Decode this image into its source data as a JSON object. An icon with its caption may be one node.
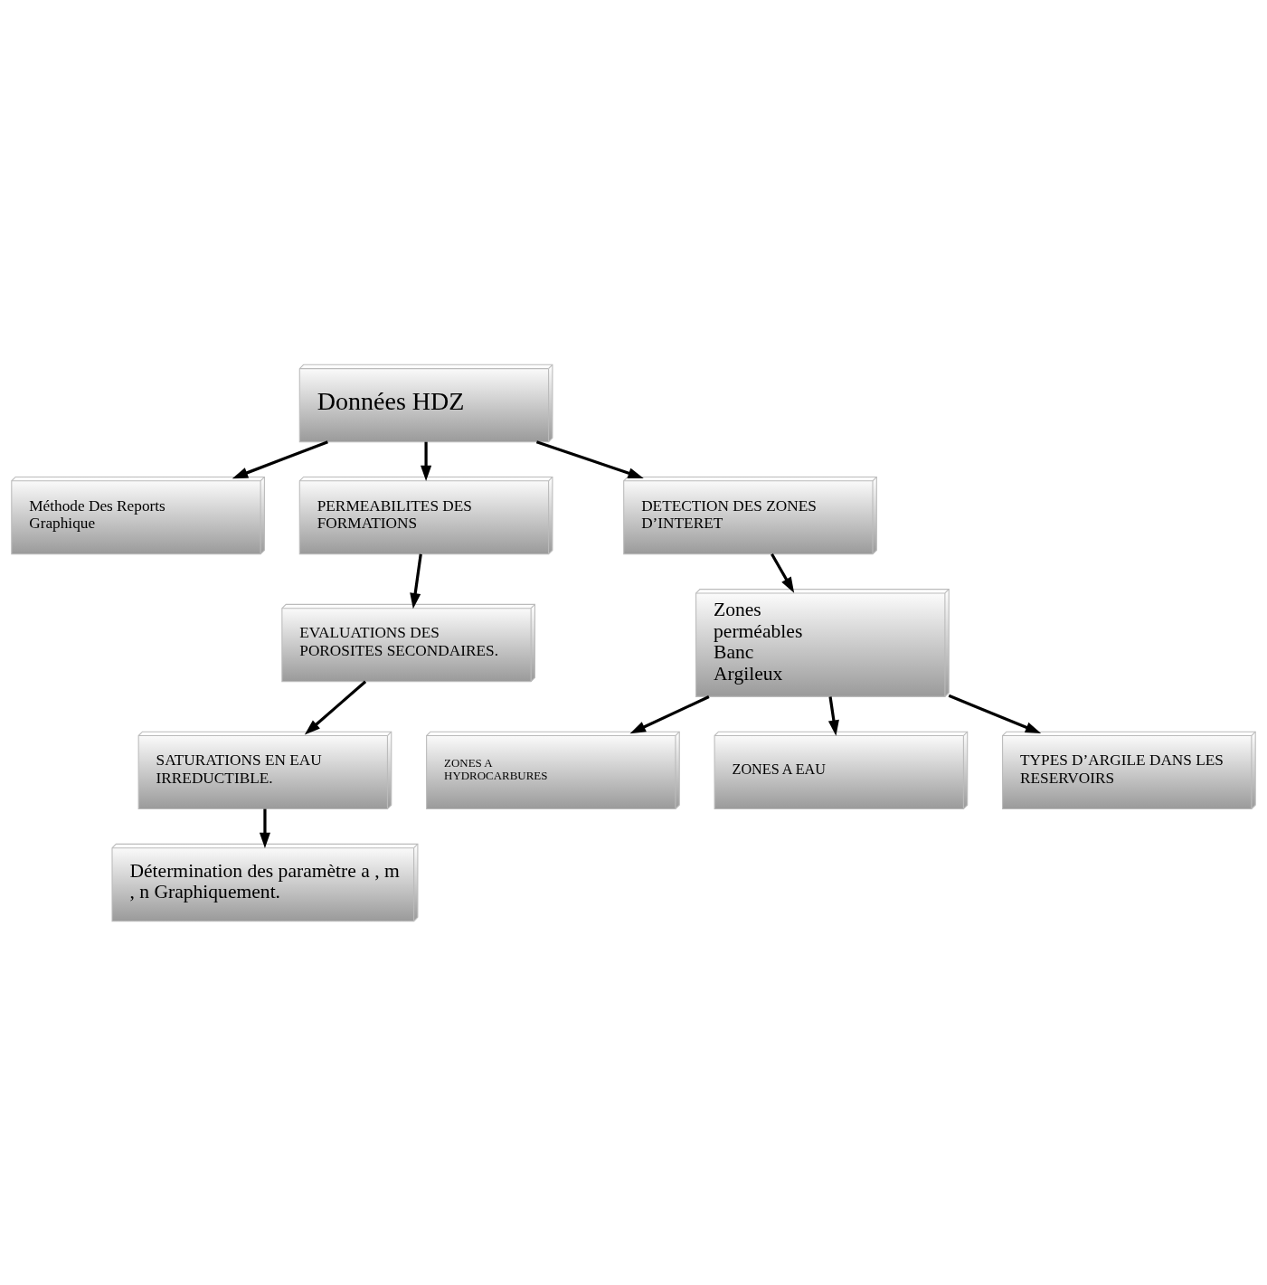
{
  "diagram": {
    "nodes": [
      {
        "text": [
          "Données HDZ"
        ]
      },
      {
        "text": [
          "Méthode Des Reports Graphique"
        ]
      },
      {
        "text": [
          "PERMEABILITES DES FORMATIONS"
        ]
      },
      {
        "text": [
          "EVALUATIONS DES POROSITES SECONDAIRES."
        ]
      },
      {
        "text": [
          "SATURATIONS EN EAU IRREDUCTIBLE."
        ]
      },
      {
        "text": [
          "Détermination des paramètre a , m , n Graphiquement."
        ]
      },
      {
        "text": [
          "DETECTION DES ZONES D’INTERET"
        ]
      },
      {
        "text": [
          "Zones perméables Banc Argileux"
        ]
      },
      {
        "text": [
          "ZONES A HYDROCARBURES"
        ]
      },
      {
        "text": [
          "ZONES A EAU"
        ]
      },
      {
        "text": [
          "TYPES D’ARGILE DANS LES RESERVOIRS"
        ]
      }
    ],
    "edges": [
      {
        "from": 0,
        "to": 1,
        "arrow": "to"
      },
      {
        "from": 0,
        "to": 6,
        "arrow": "to"
      },
      {
        "from": 0,
        "to": 2,
        "arrow": "to"
      },
      {
        "from": 2,
        "to": 3,
        "arrow": "to"
      },
      {
        "from": 3,
        "to": 4,
        "arrow": "to"
      },
      {
        "from": 4,
        "to": 5,
        "arrow": "to"
      },
      {
        "from": 6,
        "to": 7,
        "arrow": "to"
      },
      {
        "from": 7,
        "to": 8,
        "arrow": "to"
      },
      {
        "from": 7,
        "to": 9,
        "arrow": "to"
      },
      {
        "from": 7,
        "to": 10,
        "arrow": "to"
      }
    ]
  }
}
